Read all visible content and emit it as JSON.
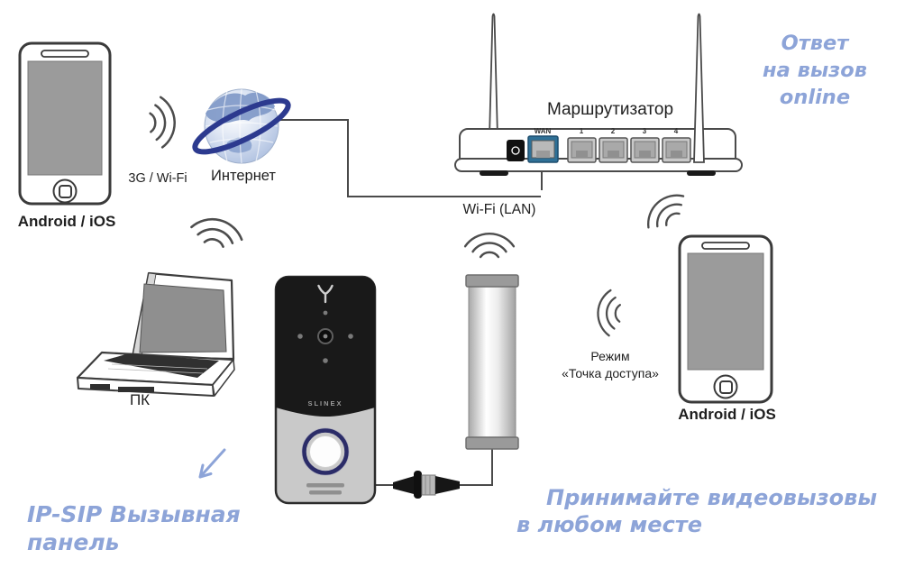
{
  "colors": {
    "accent_text": "#8da4d8",
    "line_art": "#4a4a4a",
    "screen_gray": "#9b9b9b",
    "wan_port_blue": "#2f7096",
    "panel_black": "#191919",
    "panel_silver": "#c9c9c9",
    "button_ring_navy": "#2b2c68",
    "globe_ring_navy": "#2c3a8f"
  },
  "devices": {
    "phone_left": {
      "label": "Android / iOS"
    },
    "internet": {
      "label": "Интернет"
    },
    "router": {
      "label": "Маршрутизатор",
      "ports": [
        "WAN",
        "1",
        "2",
        "3",
        "4"
      ]
    },
    "laptop": {
      "label": "ПК"
    },
    "doorbell": {
      "brand": "SLINEX"
    },
    "phone_right": {
      "label": "Android / iOS"
    }
  },
  "links": {
    "mobile": "3G / Wi-Fi",
    "lan": "Wi-Fi (LAN)",
    "ap_mode": "Режим\n«Точка доступа»"
  },
  "annotations": {
    "answer_online": "Ответ\nна вызов\nonline",
    "panel_caption": "IP-SIP Вызывная\nпанель",
    "receive_line1": "Принимайте видеовызовы",
    "receive_line2": "в любом месте"
  }
}
